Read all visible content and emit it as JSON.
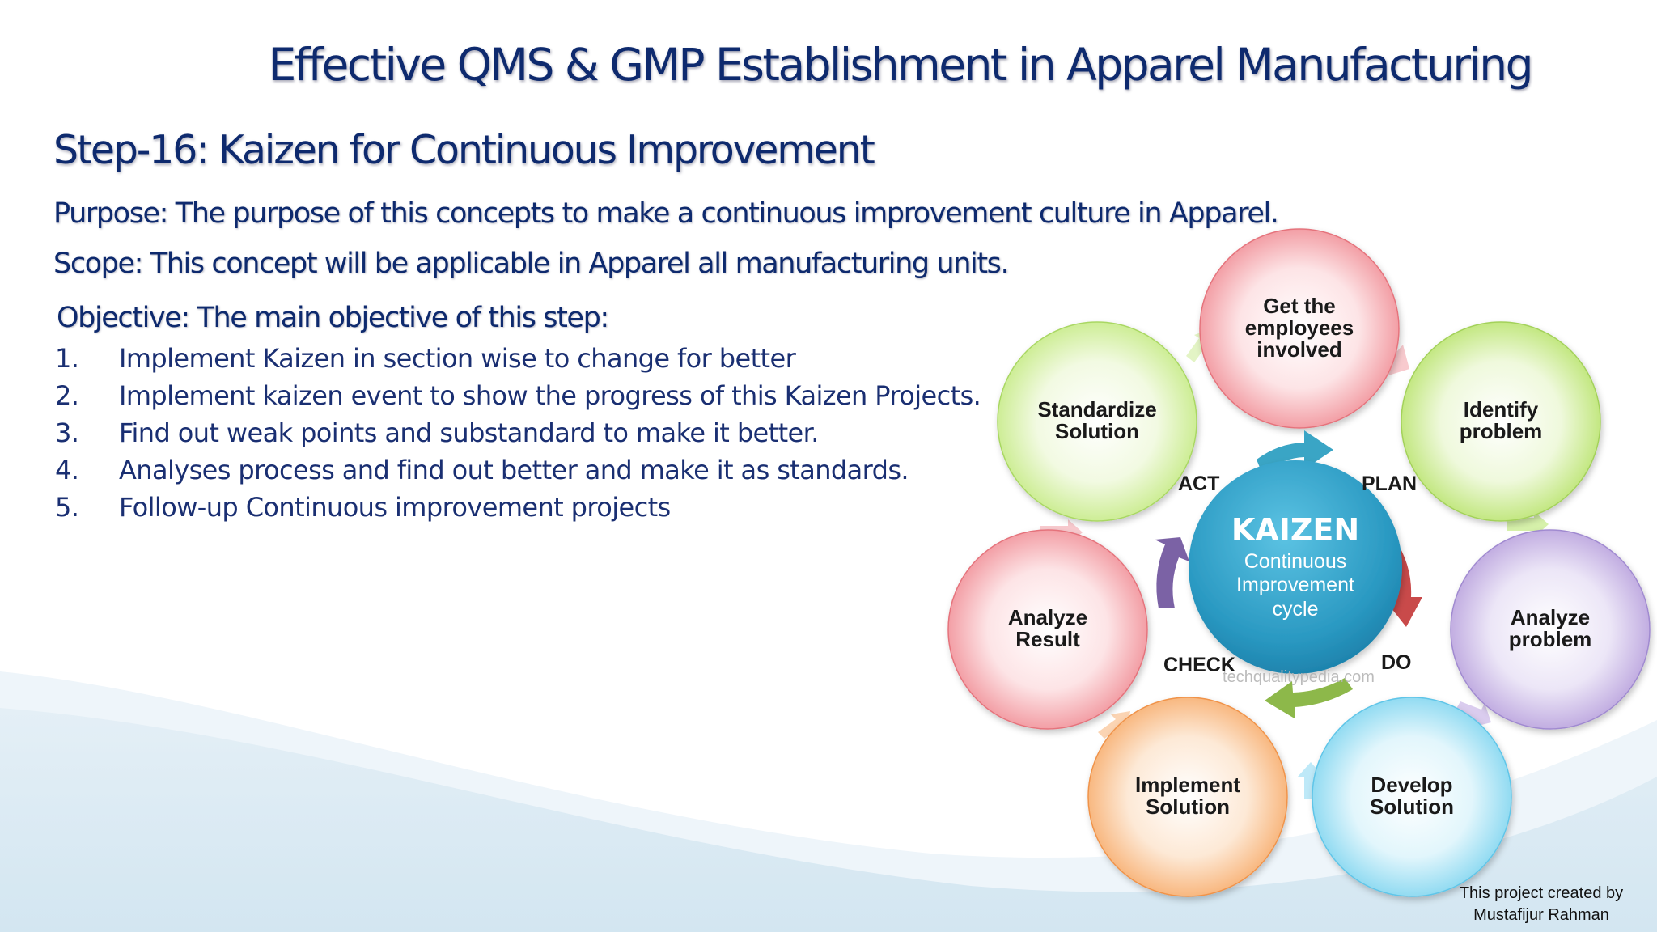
{
  "slide": {
    "title": "Effective QMS & GMP Establishment in Apparel Manufacturing",
    "step_title": "Step-16: Kaizen for Continuous Improvement",
    "purpose": "Purpose: The purpose of this concepts to make a continuous improvement culture in Apparel.",
    "scope": "Scope:  This concept will be applicable in Apparel all manufacturing units.",
    "objective": "Objective: The main objective of this step:",
    "objectives": [
      {
        "num": "1.",
        "text": "Implement Kaizen in section wise to change for better"
      },
      {
        "num": "2.",
        "text": "Implement kaizen event to show the progress of this Kaizen Projects."
      },
      {
        "num": "3.",
        "text": "Find out weak points and substandard to make it better."
      },
      {
        "num": "4.",
        "text": "Analyses process and find out better and make it as standards."
      },
      {
        "num": "5.",
        "text": "Follow-up Continuous improvement projects"
      }
    ],
    "credit_line1": "This project created by",
    "credit_line2": "Mustafijur Rahman"
  },
  "diagram": {
    "center": {
      "title": "KAIZEN",
      "line1": "Continuous",
      "line2": "Improvement",
      "line3": "cycle"
    },
    "phases": {
      "act": "ACT",
      "plan": "PLAN",
      "check": "CHECK",
      "do": "DO"
    },
    "watermark": "techqualitypedia.com",
    "steps": [
      {
        "line1": "Get the",
        "line2": "employees",
        "line3": "involved",
        "color": "#f08d95"
      },
      {
        "line1": "Identify",
        "line2": "problem",
        "color": "#b8e36b"
      },
      {
        "line1": "Analyze",
        "line2": "problem",
        "color": "#b79fdc"
      },
      {
        "line1": "Develop",
        "line2": "Solution",
        "color": "#7dd4ef"
      },
      {
        "line1": "Implement",
        "line2": "Solution",
        "color": "#f7ab6a"
      },
      {
        "line1": "Analyze",
        "line2": "Result",
        "color": "#f08d95"
      },
      {
        "line1": "Standardize",
        "line2": "Solution",
        "color": "#c4ea82"
      }
    ],
    "inner_arrow_colors": {
      "plan": "#3aa5c5",
      "do": "#c94a4a",
      "check": "#8db84a",
      "act": "#7b62a5"
    }
  }
}
